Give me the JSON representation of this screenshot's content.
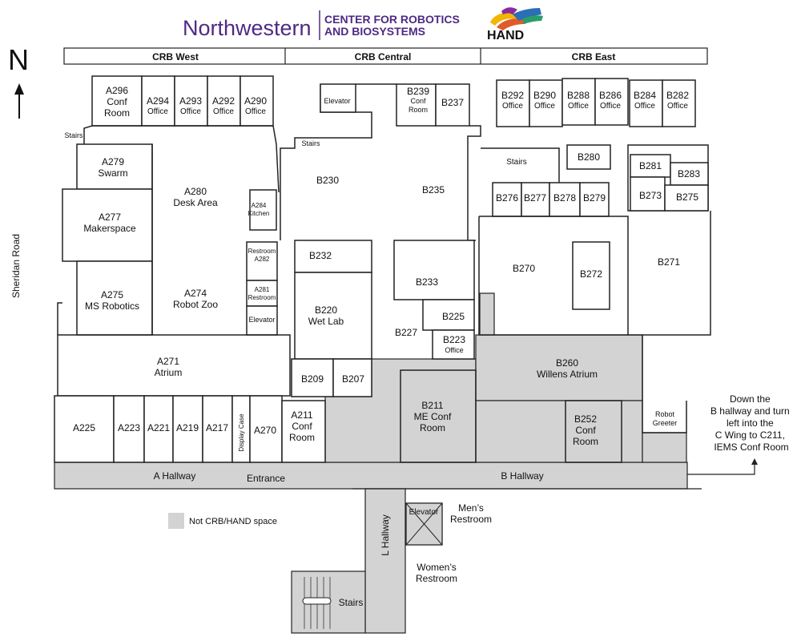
{
  "header": {
    "university": "Northwestern",
    "center_line1": "CENTER FOR ROBOTICS",
    "center_line2": "AND BIOSYSTEMS",
    "hand_logo": "HAND"
  },
  "compass": "N",
  "street": "Sheridan Road",
  "wings": [
    "CRB West",
    "CRB Central",
    "CRB East"
  ],
  "rooms": {
    "A296": [
      "A296",
      "Conf",
      "Room"
    ],
    "A294": [
      "A294",
      "Office"
    ],
    "A293": [
      "A293",
      "Office"
    ],
    "A292": [
      "A292",
      "Office"
    ],
    "A290": [
      "A290",
      "Office"
    ],
    "A279": [
      "A279",
      "Swarm"
    ],
    "A280": [
      "A280",
      "Desk Area"
    ],
    "A284": [
      "A284",
      "Kitchen"
    ],
    "A277": [
      "A277",
      "Makerspace"
    ],
    "A282": [
      "Restroom",
      "A282"
    ],
    "A281": [
      "A281",
      "Restroom"
    ],
    "A275": [
      "A275",
      "MS Robotics"
    ],
    "A274": [
      "A274",
      "Robot Zoo"
    ],
    "A_elev": [
      "Elevator"
    ],
    "A271": [
      "A271",
      "Atrium"
    ],
    "A225": [
      "A225"
    ],
    "A223": [
      "A223"
    ],
    "A221": [
      "A221"
    ],
    "A219": [
      "A219"
    ],
    "A217": [
      "A217"
    ],
    "display": [
      "Display Case"
    ],
    "A270": [
      "A270"
    ],
    "A211": [
      "A211",
      "Conf",
      "Room"
    ],
    "A_stairs": [
      "Stairs"
    ],
    "B_elev": [
      "Elevator"
    ],
    "B239": [
      "B239",
      "Conf",
      "Room"
    ],
    "B237": [
      "B237"
    ],
    "B_stairs_c": [
      "Stairs"
    ],
    "B230": [
      "B230"
    ],
    "B235": [
      "B235"
    ],
    "B232": [
      "B232"
    ],
    "B233": [
      "B233"
    ],
    "B220": [
      "B220",
      "Wet Lab"
    ],
    "B225": [
      "B225"
    ],
    "B227": [
      "B227"
    ],
    "B223": [
      "B223",
      "Office"
    ],
    "B209": [
      "B209"
    ],
    "B207": [
      "B207"
    ],
    "B211": [
      "B211",
      "ME Conf",
      "Room"
    ],
    "B292": [
      "B292",
      "Office"
    ],
    "B290": [
      "B290",
      "Office"
    ],
    "B288": [
      "B288",
      "Office"
    ],
    "B286": [
      "B286",
      "Office"
    ],
    "B284": [
      "B284",
      "Office"
    ],
    "B282": [
      "B282",
      "Office"
    ],
    "B_stairs_e": [
      "Stairs"
    ],
    "B280": [
      "B280"
    ],
    "B281": [
      "B281"
    ],
    "B283": [
      "B283"
    ],
    "B276": [
      "B276"
    ],
    "B277": [
      "B277"
    ],
    "B278": [
      "B278"
    ],
    "B279": [
      "B279"
    ],
    "B273": [
      "B273"
    ],
    "B275": [
      "B275"
    ],
    "B270": [
      "B270"
    ],
    "B272": [
      "B272"
    ],
    "B271": [
      "B271"
    ],
    "B260": [
      "B260",
      "Willens Atrium"
    ],
    "B252": [
      "B252",
      "Conf",
      "Room"
    ],
    "greeter": [
      "Robot",
      "Greeter"
    ]
  },
  "hallways": {
    "a_hall": "A Hallway",
    "entrance": "Entrance",
    "b_hall": "B Hallway",
    "l_hall": "L Hallway",
    "elevator": "Elevator",
    "mens": [
      "Men’s",
      "Restroom"
    ],
    "womens": [
      "Women’s",
      "Restroom"
    ],
    "stairs": "Stairs"
  },
  "directions": [
    "Down the",
    "B hallway and turn",
    "left into the",
    "C Wing to C211,",
    "IEMS Conf Room"
  ],
  "legend": "Not CRB/HAND space",
  "colors": {
    "brand": "#4e2a84",
    "grey_space": "#d3d3d3"
  }
}
